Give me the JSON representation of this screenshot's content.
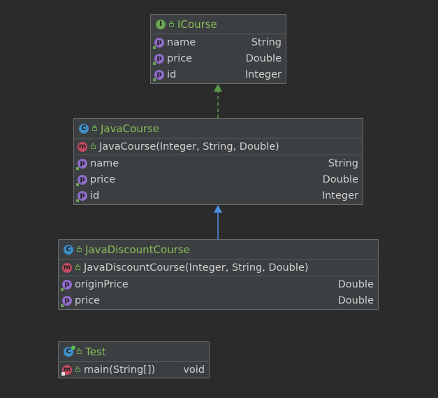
{
  "classes": {
    "icourse": {
      "kind_letter": "I",
      "title": "ICourse",
      "properties": [
        {
          "name": "name",
          "type": "String"
        },
        {
          "name": "price",
          "type": "Double"
        },
        {
          "name": "id",
          "type": "Integer"
        }
      ]
    },
    "javacourse": {
      "kind_letter": "C",
      "title": "JavaCourse",
      "methods": [
        {
          "name": "JavaCourse(Integer, String, Double)",
          "type": ""
        }
      ],
      "properties": [
        {
          "name": "name",
          "type": "String"
        },
        {
          "name": "price",
          "type": "Double"
        },
        {
          "name": "id",
          "type": "Integer"
        }
      ]
    },
    "javadiscountcourse": {
      "kind_letter": "C",
      "title": "JavaDiscountCourse",
      "methods": [
        {
          "name": "JavaDiscountCourse(Integer, String, Double)",
          "type": ""
        }
      ],
      "properties": [
        {
          "name": "originPrice",
          "type": "Double"
        },
        {
          "name": "price",
          "type": "Double"
        }
      ]
    },
    "test": {
      "kind_letter": "C",
      "title": "Test",
      "methods": [
        {
          "name": "main(String[])",
          "type": "void"
        }
      ]
    }
  },
  "badges": {
    "method_letter": "m",
    "property_letter": "p"
  },
  "colors": {
    "background": "#2b2b2b",
    "class_fill": "#3c3f41",
    "title_green": "#8cbd59",
    "implements_arrow": "#5a9a4a",
    "extends_arrow": "#4d8fe0"
  },
  "relations": [
    {
      "from": "JavaCourse",
      "to": "ICourse",
      "type": "implements"
    },
    {
      "from": "JavaDiscountCourse",
      "to": "JavaCourse",
      "type": "extends"
    }
  ]
}
